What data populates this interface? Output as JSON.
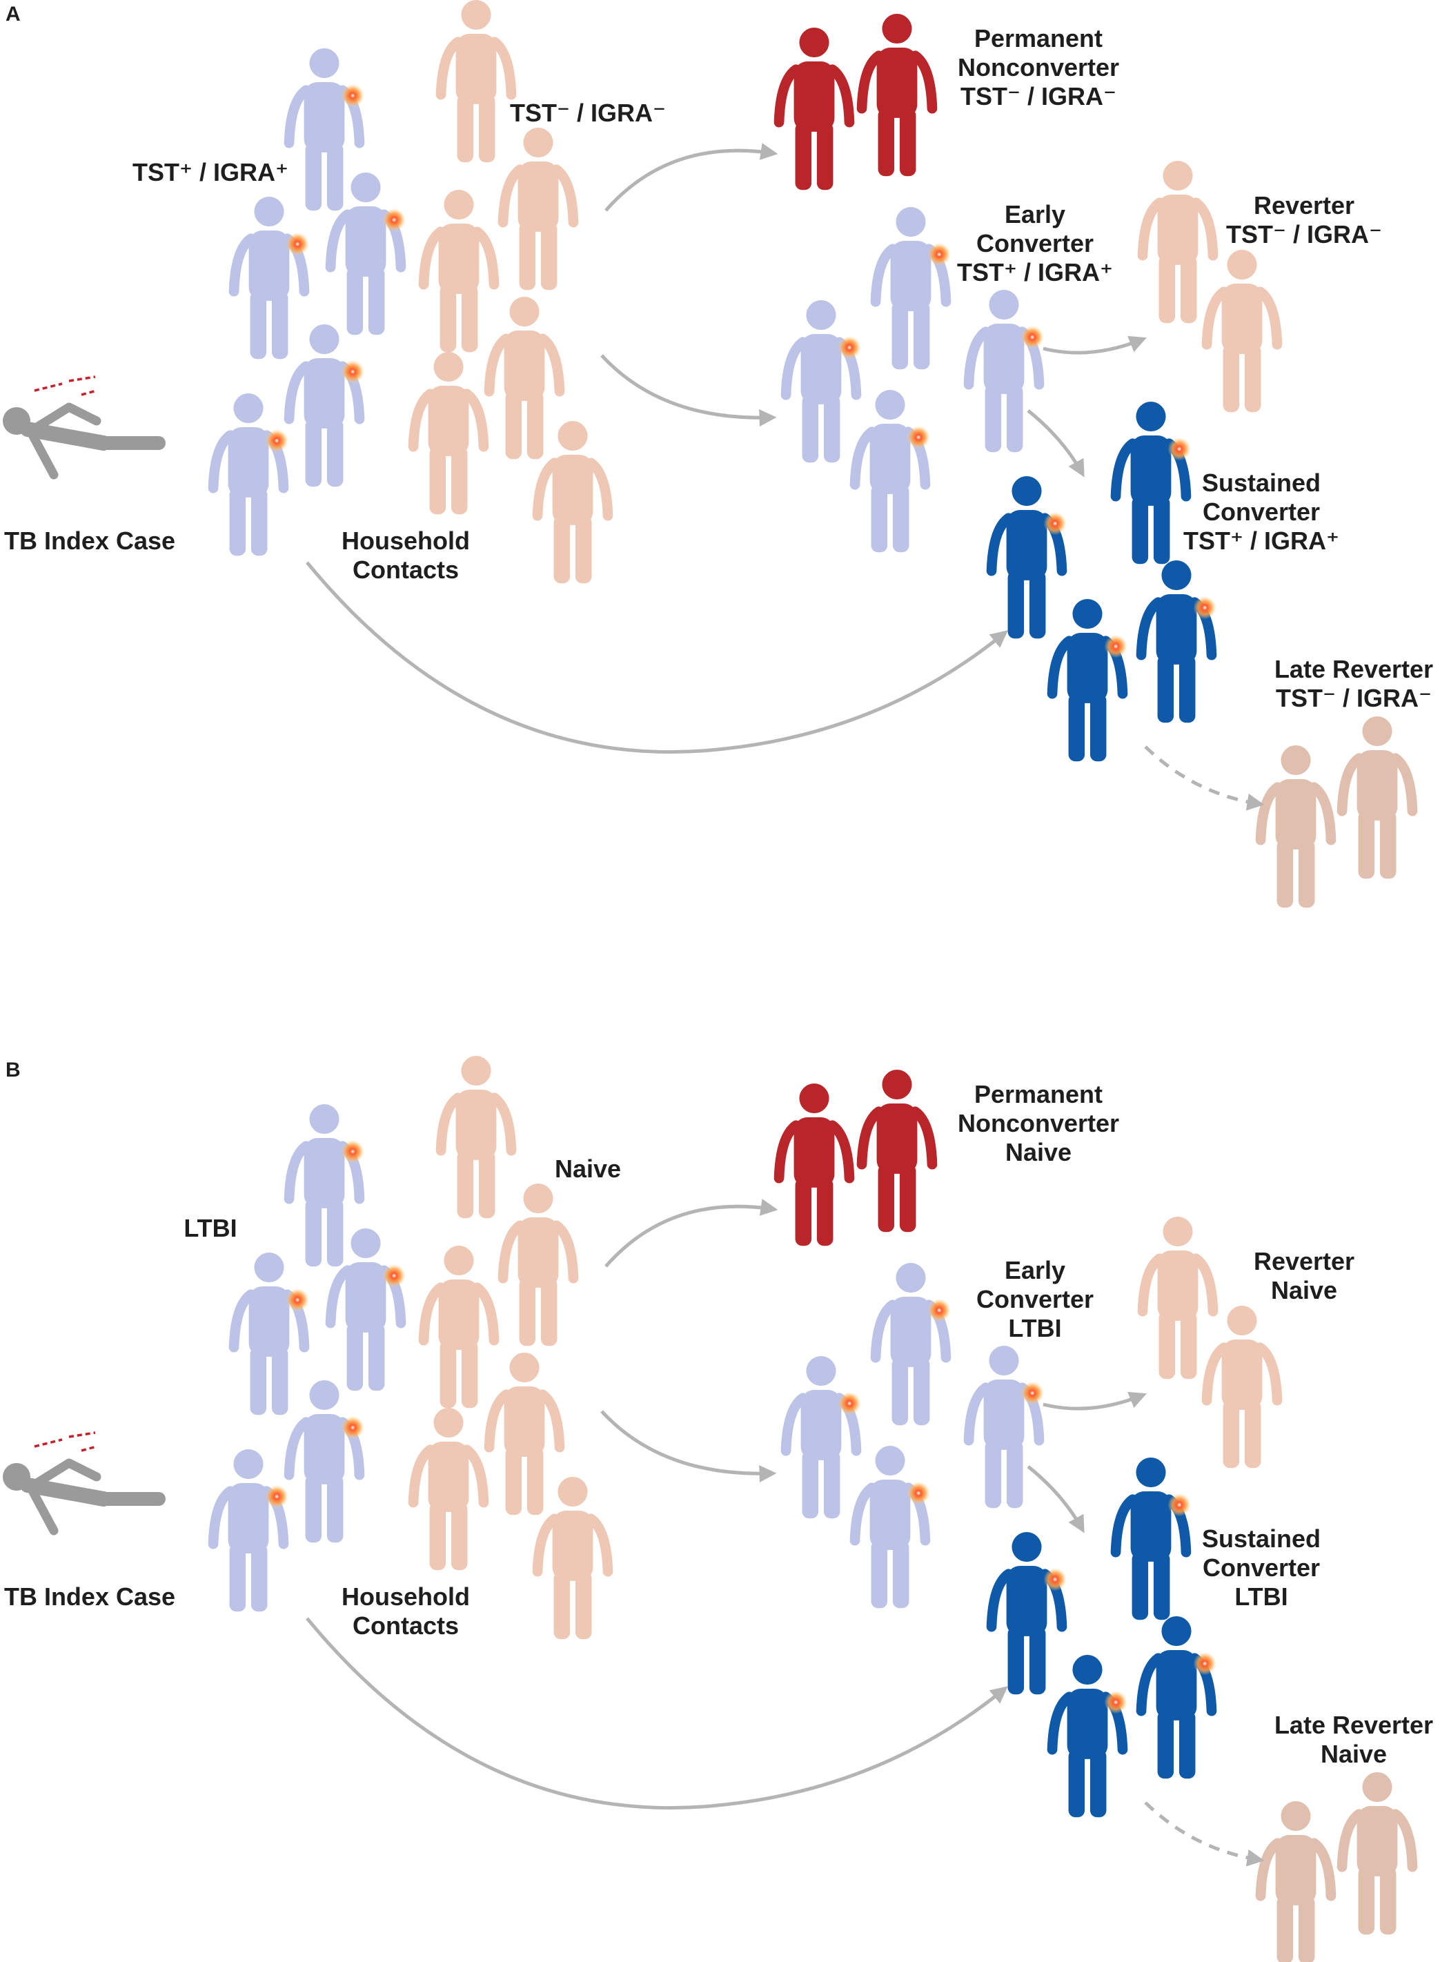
{
  "colors": {
    "ltbi_light": "#bcc3e6",
    "naive_light": "#eec8b4",
    "late_naive": "#e0bfae",
    "nonconverter": "#b8262a",
    "sustained": "#0e5aa8",
    "index_case": "#9a9a9a",
    "arrow": "#b4b4b4",
    "text": "#1e1e1e"
  },
  "panels": [
    {
      "letter": "A",
      "index_case": "TB Index Case",
      "household": [
        "Household",
        "Contacts"
      ],
      "group_pos": "TST⁺ / IGRA⁺",
      "group_neg": "TST⁻ / IGRA⁻",
      "nonconverter": [
        "Permanent",
        "Nonconverter",
        "TST⁻ / IGRA⁻"
      ],
      "early": [
        "Early",
        "Converter",
        "TST⁺ / IGRA⁺"
      ],
      "reverter": [
        "Reverter",
        "TST⁻ / IGRA⁻"
      ],
      "sustained": [
        "Sustained",
        "Converter",
        "TST⁺ / IGRA⁺"
      ],
      "late": [
        "Late Reverter",
        "TST⁻ / IGRA⁻"
      ]
    },
    {
      "letter": "B",
      "index_case": "TB Index Case",
      "household": [
        "Household",
        "Contacts"
      ],
      "group_pos": "LTBI",
      "group_neg": "Naive",
      "nonconverter": [
        "Permanent",
        "Nonconverter",
        "Naive"
      ],
      "early": [
        "Early",
        "Converter",
        "LTBI"
      ],
      "reverter": [
        "Reverter",
        "Naive"
      ],
      "sustained": [
        "Sustained",
        "Converter",
        "LTBI"
      ],
      "late": [
        "Late Reverter",
        "Naive"
      ]
    }
  ]
}
